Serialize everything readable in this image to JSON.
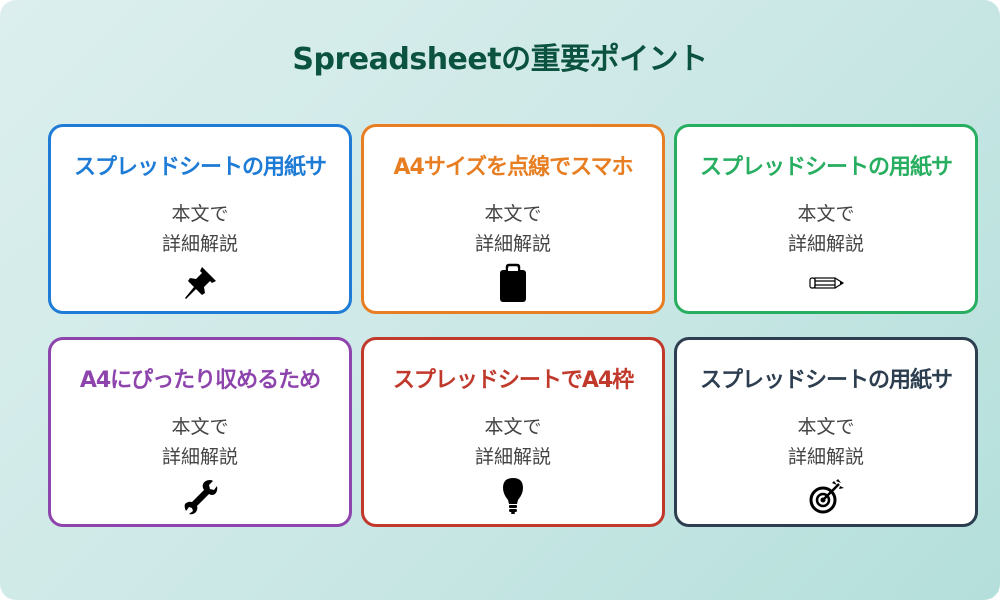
{
  "title": "Spreadsheetの重要ポイント",
  "cards": [
    {
      "title": "スプレッドシートの用紙サ",
      "body_line1": "本文で",
      "body_line2": "詳細解説",
      "icon": "pushpin-icon",
      "color": "#1e7bd6"
    },
    {
      "title": "A4サイズを点線でスマホ",
      "body_line1": "本文で",
      "body_line2": "詳細解説",
      "icon": "clipboard-icon",
      "color": "#e87e22"
    },
    {
      "title": "スプレッドシートの用紙サ",
      "body_line1": "本文で",
      "body_line2": "詳細解説",
      "icon": "pencil-icon",
      "color": "#27ae60"
    },
    {
      "title": "A4にぴったり収めるため",
      "body_line1": "本文で",
      "body_line2": "詳細解説",
      "icon": "wrench-icon",
      "color": "#8e44ad"
    },
    {
      "title": "スプレッドシートでA4枠",
      "body_line1": "本文で",
      "body_line2": "詳細解説",
      "icon": "lightbulb-icon",
      "color": "#c0392b"
    },
    {
      "title": "スプレッドシートの用紙サ",
      "body_line1": "本文で",
      "body_line2": "詳細解説",
      "icon": "target-icon",
      "color": "#2c3e50"
    }
  ],
  "colors": {
    "title": "#0b5240",
    "body_text": "#444444",
    "background_start": "#dcefee",
    "background_end": "#b4dfdb"
  }
}
